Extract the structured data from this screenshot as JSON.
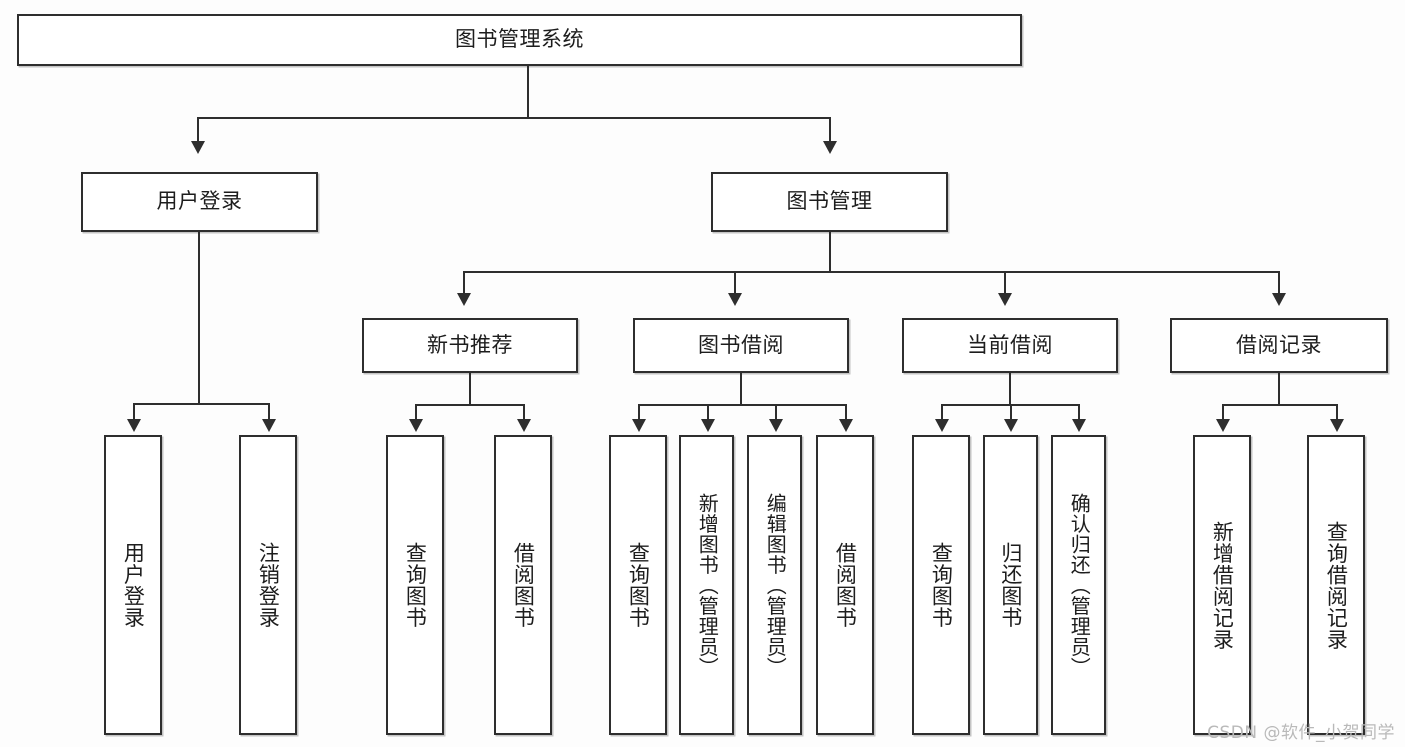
{
  "diagram": {
    "type": "hierarchy-tree",
    "title": "图书管理系统",
    "root": {
      "label": "图书管理系统"
    },
    "level2": [
      {
        "label": "用户登录"
      },
      {
        "label": "图书管理"
      }
    ],
    "level3": [
      {
        "label": "新书推荐"
      },
      {
        "label": "图书借阅"
      },
      {
        "label": "当前借阅"
      },
      {
        "label": "借阅记录"
      }
    ],
    "leaves": {
      "user_login": [
        {
          "label": "用户登录"
        },
        {
          "label": "注销登录"
        }
      ],
      "new_book_recommend": [
        {
          "label": "查询图书"
        },
        {
          "label": "借阅图书"
        }
      ],
      "book_borrow": [
        {
          "label": "查询图书"
        },
        {
          "label": "新增图书（管理员）"
        },
        {
          "label": "编辑图书（管理员）"
        },
        {
          "label": "借阅图书"
        }
      ],
      "current_borrow": [
        {
          "label": "查询图书"
        },
        {
          "label": "归还图书"
        },
        {
          "label": "确认归还（管理员）"
        }
      ],
      "borrow_record": [
        {
          "label": "新增借阅记录"
        },
        {
          "label": "查询借阅记录"
        }
      ]
    }
  },
  "watermark": {
    "text": "CSDN @软件_小贺同学"
  },
  "colors": {
    "border": "#2e2e2e",
    "background": "#fdfdfd",
    "node_fill": "#ffffff",
    "text": "#1d1d1d",
    "watermark": "#b9b9b9"
  }
}
